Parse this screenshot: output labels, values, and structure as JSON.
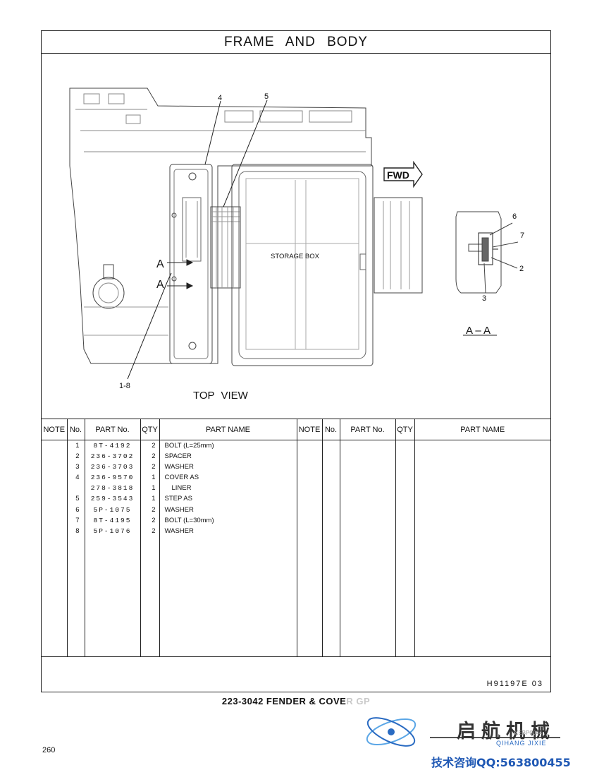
{
  "header": {
    "title": "FRAME AND BODY"
  },
  "drawing": {
    "callouts": [
      "4",
      "5",
      "1-8"
    ],
    "section_labels": [
      "A",
      "A"
    ],
    "fwd_label": "FWD",
    "storage_box_label": "STORAGE BOX",
    "top_view_label": "TOP VIEW",
    "section_view_label": "A – A",
    "section_callouts": [
      "6",
      "7",
      "2",
      "3"
    ]
  },
  "table": {
    "headers": [
      "NOTE",
      "No.",
      "PART No.",
      "QTY",
      "PART NAME",
      "NOTE",
      "No.",
      "PART No.",
      "QTY",
      "PART NAME"
    ],
    "rows": [
      {
        "no": "1",
        "part": "8T-4192",
        "qty": "2",
        "name": "BOLT (L=25mm)"
      },
      {
        "no": "2",
        "part": "236-3702",
        "qty": "2",
        "name": "SPACER"
      },
      {
        "no": "3",
        "part": "236-3703",
        "qty": "2",
        "name": "WASHER"
      },
      {
        "no": "4",
        "part": "236-9570",
        "qty": "1",
        "name": "COVER AS"
      },
      {
        "no": "",
        "part": "278-3818",
        "qty": "1",
        "name": "LINER"
      },
      {
        "no": "5",
        "part": "259-3543",
        "qty": "1",
        "name": "STEP AS"
      },
      {
        "no": "6",
        "part": "5P-1075",
        "qty": "2",
        "name": "WASHER"
      },
      {
        "no": "7",
        "part": "8T-4195",
        "qty": "2",
        "name": "BOLT (L=30mm)"
      },
      {
        "no": "8",
        "part": "5P-1076",
        "qty": "2",
        "name": "WASHER"
      }
    ]
  },
  "footer": {
    "ref_code": "H91197E 03",
    "caption_main": "223-3042 FENDER & COVE",
    "caption_faded": "R GP",
    "page_number": "260"
  },
  "watermark": {
    "brand_cn": "启航机械",
    "brand_pinyin": "QIHANG JIXIE",
    "code": "XEBP0044",
    "contact": "技术咨询QQ:563800455"
  }
}
